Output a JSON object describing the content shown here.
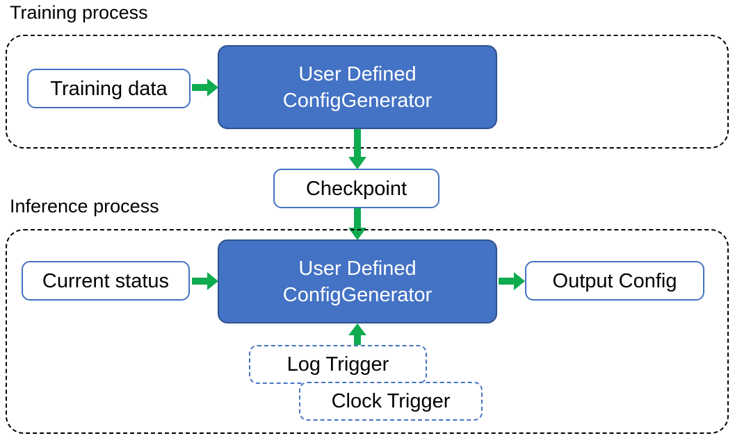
{
  "diagram": {
    "title_visible": false,
    "colors": {
      "process_fill": "#4472C4",
      "process_stroke": "#2F528F",
      "box_stroke": "#4472C4",
      "arrow": "#0FAB4F",
      "group_stroke": "#000000",
      "text_dark": "#000000",
      "text_light": "#FFFFFF"
    },
    "groups": [
      {
        "id": "training",
        "label": "Training process"
      },
      {
        "id": "inference",
        "label": "Inference process"
      }
    ],
    "nodes": {
      "training_data": "Training data",
      "train_generator_line1": "User Defined",
      "train_generator_line2": "ConfigGenerator",
      "checkpoint": "Checkpoint",
      "current_status": "Current status",
      "infer_generator_line1": "User Defined",
      "infer_generator_line2": "ConfigGenerator",
      "output_config": "Output Config",
      "log_trigger": "Log Trigger",
      "clock_trigger": "Clock Trigger"
    },
    "edges": [
      {
        "id": "training-data-to-generator",
        "from": "Training data",
        "to": "User Defined ConfigGenerator",
        "direction": "right"
      },
      {
        "id": "generator-to-checkpoint",
        "from": "User Defined ConfigGenerator",
        "to": "Checkpoint",
        "direction": "down"
      },
      {
        "id": "checkpoint-to-generator",
        "from": "Checkpoint",
        "to": "User Defined ConfigGenerator",
        "direction": "down"
      },
      {
        "id": "current-status-to-generator",
        "from": "Current status",
        "to": "User Defined ConfigGenerator",
        "direction": "right"
      },
      {
        "id": "generator-to-output-config",
        "from": "User Defined ConfigGenerator",
        "to": "Output Config",
        "direction": "right"
      },
      {
        "id": "triggers-to-generator",
        "from": "Log Trigger / Clock Trigger",
        "to": "User Defined ConfigGenerator",
        "direction": "up"
      }
    ]
  }
}
